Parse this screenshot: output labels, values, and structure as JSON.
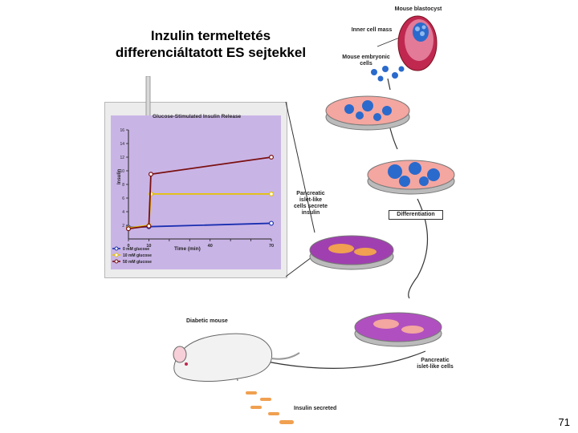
{
  "slide": {
    "title_line1": "Inzulin termeltetés",
    "title_line2": "differenciáltatott ES sejtekkel",
    "page_number": "71"
  },
  "labels": {
    "mouse_blastocyst": "Mouse blastocyst",
    "inner_cell_mass": "Inner cell mass",
    "mouse_embryonic_cells_1": "Mouse embryonic",
    "mouse_embryonic_cells_2": "cells",
    "pancreatic_secrete_1": "Pancreatic",
    "pancreatic_secrete_2": "islet-like",
    "pancreatic_secrete_3": "cells secrete",
    "pancreatic_secrete_4": "insulin",
    "differentiation": "Differentiation",
    "diabetic_mouse": "Diabetic mouse",
    "insulin_secreted": "Insulin secreted",
    "islet_cells_1": "Pancreatic",
    "islet_cells_2": "islet-like cells"
  },
  "chart_data": {
    "type": "line",
    "title": "Glucose-Stimulated Insulin Release",
    "xlabel": "Time (min)",
    "ylabel": "Insulin",
    "x_ticks": [
      "0",
      "10",
      "20",
      "30",
      "40",
      "50",
      "60",
      "70"
    ],
    "x_tick_labels_visible": [
      "0",
      "10",
      "40",
      "70"
    ],
    "y_ticks": [
      "2",
      "4",
      "6",
      "8",
      "10",
      "12",
      "14",
      "16"
    ],
    "xlim": [
      0,
      70
    ],
    "ylim": [
      0,
      16
    ],
    "legend_position": "bottom-left",
    "series": [
      {
        "name": "0 mM glucose",
        "color": "#1a2fb0",
        "x": [
          0,
          10,
          70
        ],
        "y": [
          1.7,
          1.8,
          2.3
        ]
      },
      {
        "name": "10 mM glucose",
        "color": "#e6c200",
        "x": [
          0,
          10,
          11,
          70
        ],
        "y": [
          1.6,
          2.0,
          6.6,
          6.6
        ]
      },
      {
        "name": "50 mM glucose",
        "color": "#7a1010",
        "x": [
          0,
          10,
          11,
          70
        ],
        "y": [
          1.5,
          1.9,
          9.5,
          12.0
        ]
      }
    ]
  },
  "colors": {
    "chart_background": "#c9b4e6",
    "chart_frame": "#e8e8e8",
    "blastocyst": "#c02850",
    "embryonic_cells": "#2a6acc",
    "islet_tissue": "#a040b0"
  }
}
